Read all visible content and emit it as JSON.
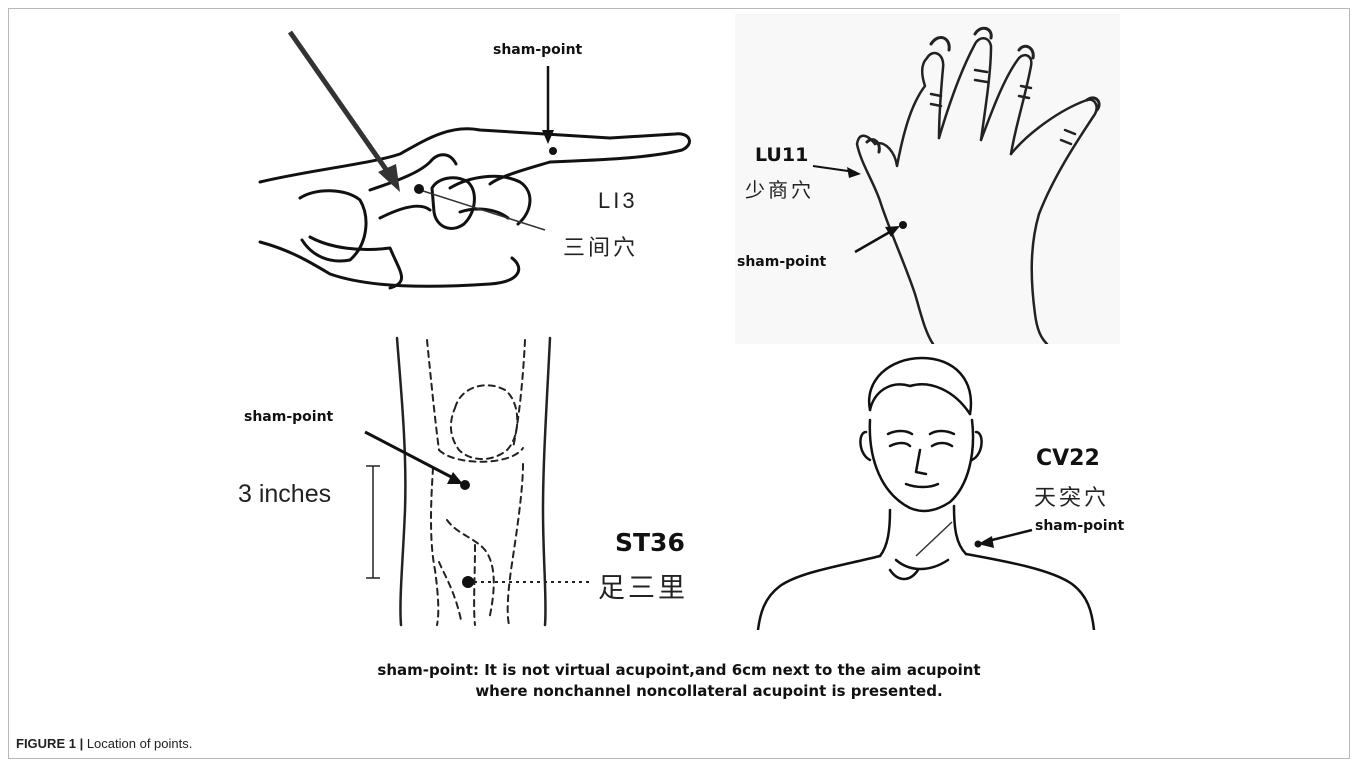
{
  "panels": {
    "finger": {
      "sham_label": "sham-point",
      "code": "LI3",
      "name_cn": "三间穴"
    },
    "hand": {
      "code": "LU11",
      "name_cn": "少商穴",
      "sham_label": "sham-point"
    },
    "knee": {
      "sham_label": "sham-point",
      "measure": "3 inches",
      "code": "ST36",
      "name_cn": "足三里"
    },
    "neck": {
      "code": "CV22",
      "name_cn": "天突穴",
      "sham_label": "sham-point"
    }
  },
  "note": {
    "line1": "sham-point: It is not virtual acupoint,and 6cm next to the aim acupoint",
    "line2": "where nonchannel noncollateral acupoint is presented."
  },
  "caption": {
    "label": "FIGURE 1 |",
    "text": "Location of points."
  }
}
